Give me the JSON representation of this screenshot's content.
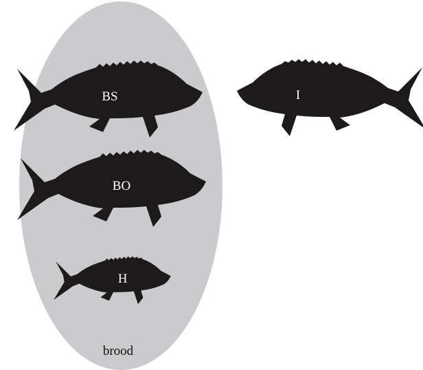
{
  "diagram": {
    "group": {
      "label": "brood",
      "fill": "#cbcbcd"
    },
    "fish_color": "#1c1a1a",
    "fish": [
      {
        "id": "bs",
        "label": "BS",
        "in_group": true
      },
      {
        "id": "bo",
        "label": "BO",
        "in_group": true
      },
      {
        "id": "h",
        "label": "H",
        "in_group": true
      },
      {
        "id": "i",
        "label": "I",
        "in_group": false
      }
    ]
  }
}
